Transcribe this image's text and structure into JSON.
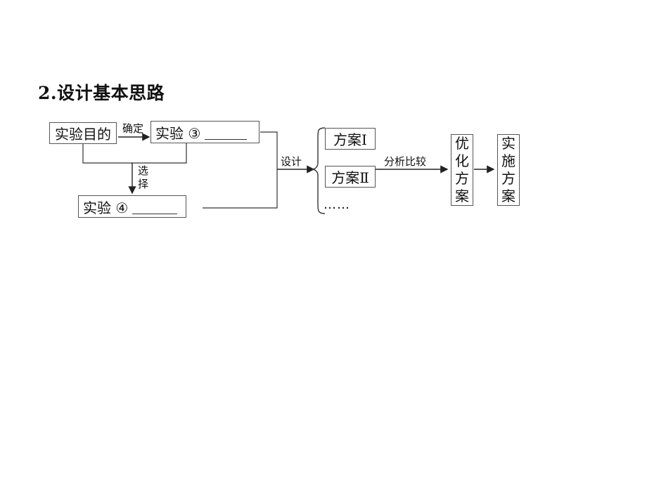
{
  "title": "2.设计基本思路",
  "nodes": {
    "purpose": "实验目的",
    "principle": "实验 ③",
    "materials": "实验 ④",
    "plan1": "方案Ⅰ",
    "plan2": "方案Ⅱ",
    "more": "……",
    "optimize": [
      "优",
      "化",
      "方",
      "案"
    ],
    "implement": [
      "实",
      "施",
      "方",
      "案"
    ]
  },
  "edges": {
    "determine": "确定",
    "choose": [
      "选",
      "择"
    ],
    "design": "设计",
    "compare": "分析比较"
  }
}
